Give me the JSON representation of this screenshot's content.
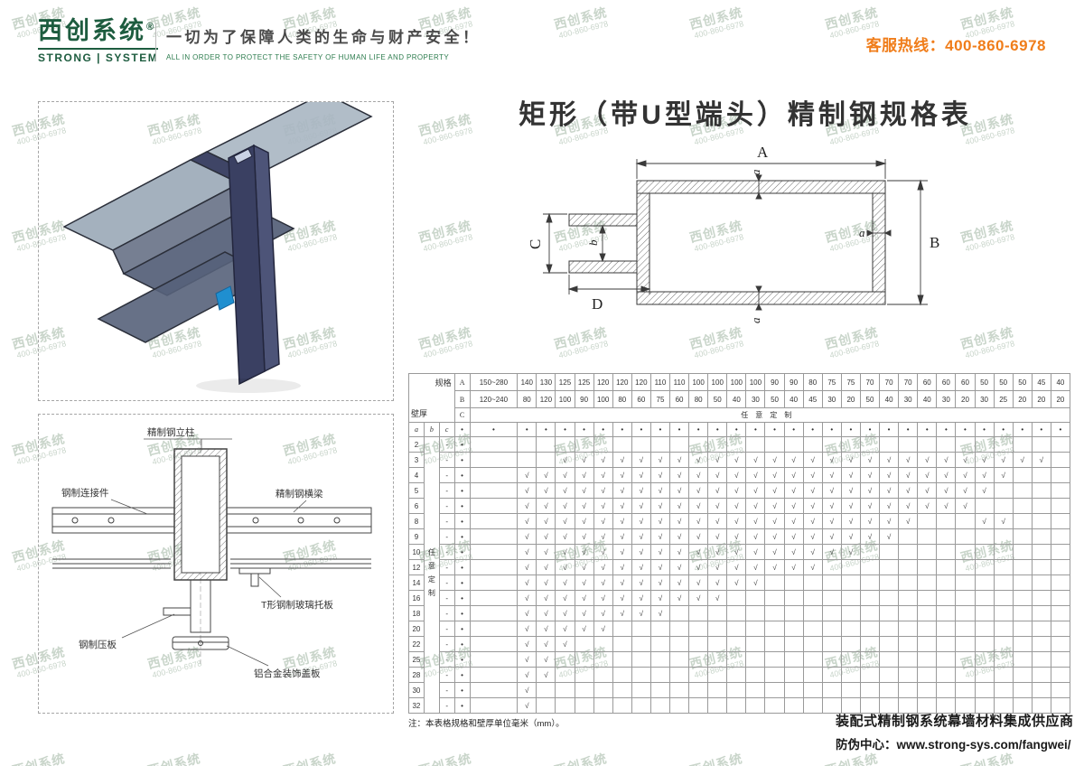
{
  "header": {
    "logo_cn": "西创系统",
    "logo_reg": "®",
    "logo_en": "STRONG | SYSTEM",
    "tagline_cn": "一切为了保障人类的生命与财产安全！",
    "tagline_en": "ALL IN ORDER TO PROTECT THE SAFETY OF HUMAN LIFE AND PROPERTY",
    "hotline": "客服热线：400-860-6978"
  },
  "title": "矩形（带U型端头）精制钢规格表",
  "diagram": {
    "labels": {
      "A": "A",
      "B": "B",
      "C": "C",
      "D": "D",
      "a": "a",
      "b": "b"
    }
  },
  "drawings": {
    "detail_labels": [
      "精制钢立柱",
      "钢制连接件",
      "精制钢横梁",
      "T形钢制玻璃托板",
      "钢制压板",
      "铝合金装饰盖板"
    ]
  },
  "table": {
    "corner_top": "规格",
    "corner_bottom": "壁厚",
    "row_labels": [
      "A",
      "B",
      "C"
    ],
    "A": [
      "150~280",
      "140",
      "130",
      "125",
      "125",
      "120",
      "120",
      "120",
      "110",
      "110",
      "100",
      "100",
      "100",
      "100",
      "90",
      "90",
      "80",
      "75",
      "75",
      "70",
      "70",
      "70",
      "60",
      "60",
      "60",
      "50",
      "50",
      "50",
      "45",
      "40"
    ],
    "B": [
      "120~240",
      "80",
      "120",
      "100",
      "90",
      "100",
      "80",
      "60",
      "75",
      "60",
      "80",
      "50",
      "40",
      "30",
      "50",
      "40",
      "45",
      "30",
      "20",
      "50",
      "40",
      "30",
      "40",
      "30",
      "20",
      "30",
      "25",
      "20",
      "20",
      "20"
    ],
    "C": "任意定制",
    "sub_headers": [
      "a",
      "b",
      "c"
    ],
    "dot": "•",
    "dash": "-",
    "check": "√",
    "b_vertical": "任意定制",
    "rows": [
      {
        "a": "2",
        "checks": []
      },
      {
        "a": "3",
        "checks": [
          [
            4,
            29
          ]
        ]
      },
      {
        "a": "4",
        "checks": [
          [
            2,
            27
          ]
        ]
      },
      {
        "a": "5",
        "checks": [
          [
            2,
            26
          ]
        ]
      },
      {
        "a": "6",
        "checks": [
          [
            2,
            25
          ]
        ]
      },
      {
        "a": "8",
        "checks": [
          [
            2,
            22
          ],
          [
            26,
            27
          ]
        ]
      },
      {
        "a": "9",
        "checks": [
          [
            2,
            21
          ]
        ]
      },
      {
        "a": "10",
        "checks": [
          [
            2,
            19
          ]
        ]
      },
      {
        "a": "12",
        "checks": [
          [
            2,
            17
          ]
        ]
      },
      {
        "a": "14",
        "checks": [
          [
            2,
            14
          ]
        ]
      },
      {
        "a": "16",
        "checks": [
          [
            2,
            12
          ]
        ]
      },
      {
        "a": "18",
        "checks": [
          [
            2,
            9
          ]
        ]
      },
      {
        "a": "20",
        "checks": [
          [
            2,
            6
          ]
        ]
      },
      {
        "a": "22",
        "checks": [
          [
            2,
            4
          ]
        ]
      },
      {
        "a": "25",
        "checks": [
          [
            2,
            3
          ]
        ]
      },
      {
        "a": "28",
        "checks": [
          [
            2,
            3
          ]
        ]
      },
      {
        "a": "30",
        "checks": [
          [
            2,
            2
          ]
        ]
      },
      {
        "a": "32",
        "checks": [
          [
            2,
            2
          ]
        ]
      }
    ],
    "note": "注：本表格规格和壁厚单位毫米（mm）。"
  },
  "footer": {
    "line1": "装配式精制钢系统幕墙材料集成供应商",
    "line2": "防伪中心：www.strong-sys.com/fangwei/"
  },
  "watermark": {
    "line1": "西创系统",
    "line2": "400-860-6978"
  },
  "colors": {
    "brand_green": "#1d5c3f",
    "accent_orange": "#f07d1a",
    "cell_orange": "#f6c9a2",
    "cell_teal": "#d9eae7",
    "cell_yellow": "#fbf3cf"
  }
}
